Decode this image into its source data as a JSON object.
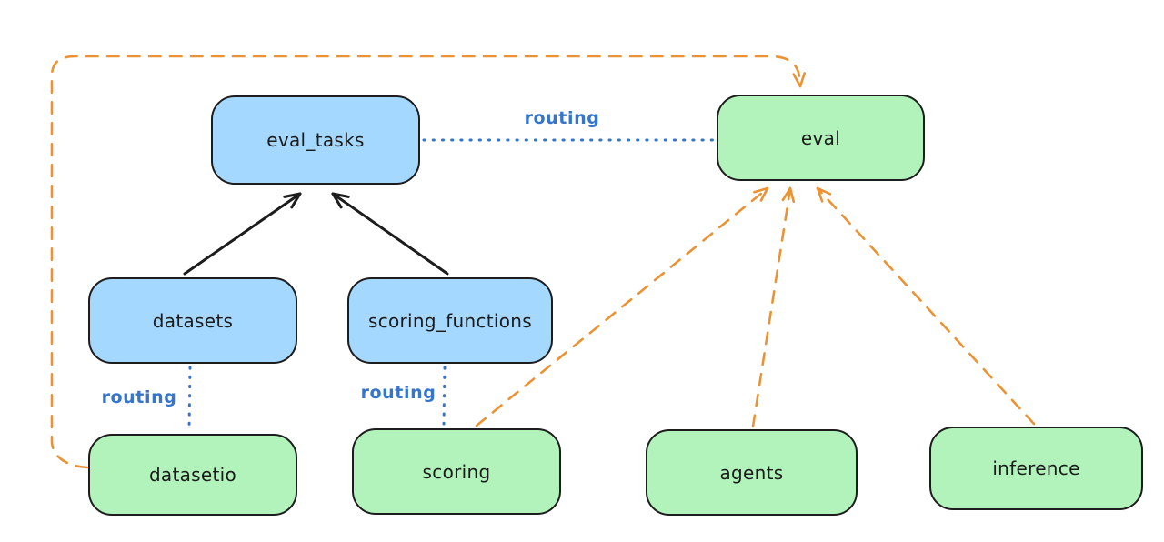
{
  "nodes": {
    "eval_tasks": {
      "label": "eval_tasks",
      "fill": "#a5d8ff"
    },
    "eval": {
      "label": "eval",
      "fill": "#b2f2bb"
    },
    "datasets": {
      "label": "datasets",
      "fill": "#a5d8ff"
    },
    "scoring_functions": {
      "label": "scoring_functions",
      "fill": "#a5d8ff"
    },
    "datasetio": {
      "label": "datasetio",
      "fill": "#b2f2bb"
    },
    "scoring": {
      "label": "scoring",
      "fill": "#b2f2bb"
    },
    "agents": {
      "label": "agents",
      "fill": "#b2f2bb"
    },
    "inference": {
      "label": "inference",
      "fill": "#b2f2bb"
    }
  },
  "edges": [
    {
      "from": "datasets",
      "to": "eval_tasks",
      "type": "solid-arrow",
      "label": ""
    },
    {
      "from": "scoring_functions",
      "to": "eval_tasks",
      "type": "solid-arrow",
      "label": ""
    },
    {
      "from": "eval_tasks",
      "to": "eval",
      "type": "dotted-line",
      "label": "routing"
    },
    {
      "from": "datasets",
      "to": "datasetio",
      "type": "dotted-line",
      "label": "routing"
    },
    {
      "from": "scoring_functions",
      "to": "scoring",
      "type": "dotted-line",
      "label": "routing"
    },
    {
      "from": "datasetio",
      "to": "eval",
      "type": "dashed-arrow",
      "label": ""
    },
    {
      "from": "scoring",
      "to": "eval",
      "type": "dashed-arrow",
      "label": ""
    },
    {
      "from": "agents",
      "to": "eval",
      "type": "dashed-arrow",
      "label": ""
    },
    {
      "from": "inference",
      "to": "eval",
      "type": "dashed-arrow",
      "label": ""
    }
  ],
  "colors": {
    "node_blue_fill": "#a5d8ff",
    "node_green_fill": "#b2f2bb",
    "outline": "#1d1d1d",
    "routing_label_blue": "#3575cc",
    "dashed_orange": "#eb9334",
    "canvas": "#ffffff"
  }
}
